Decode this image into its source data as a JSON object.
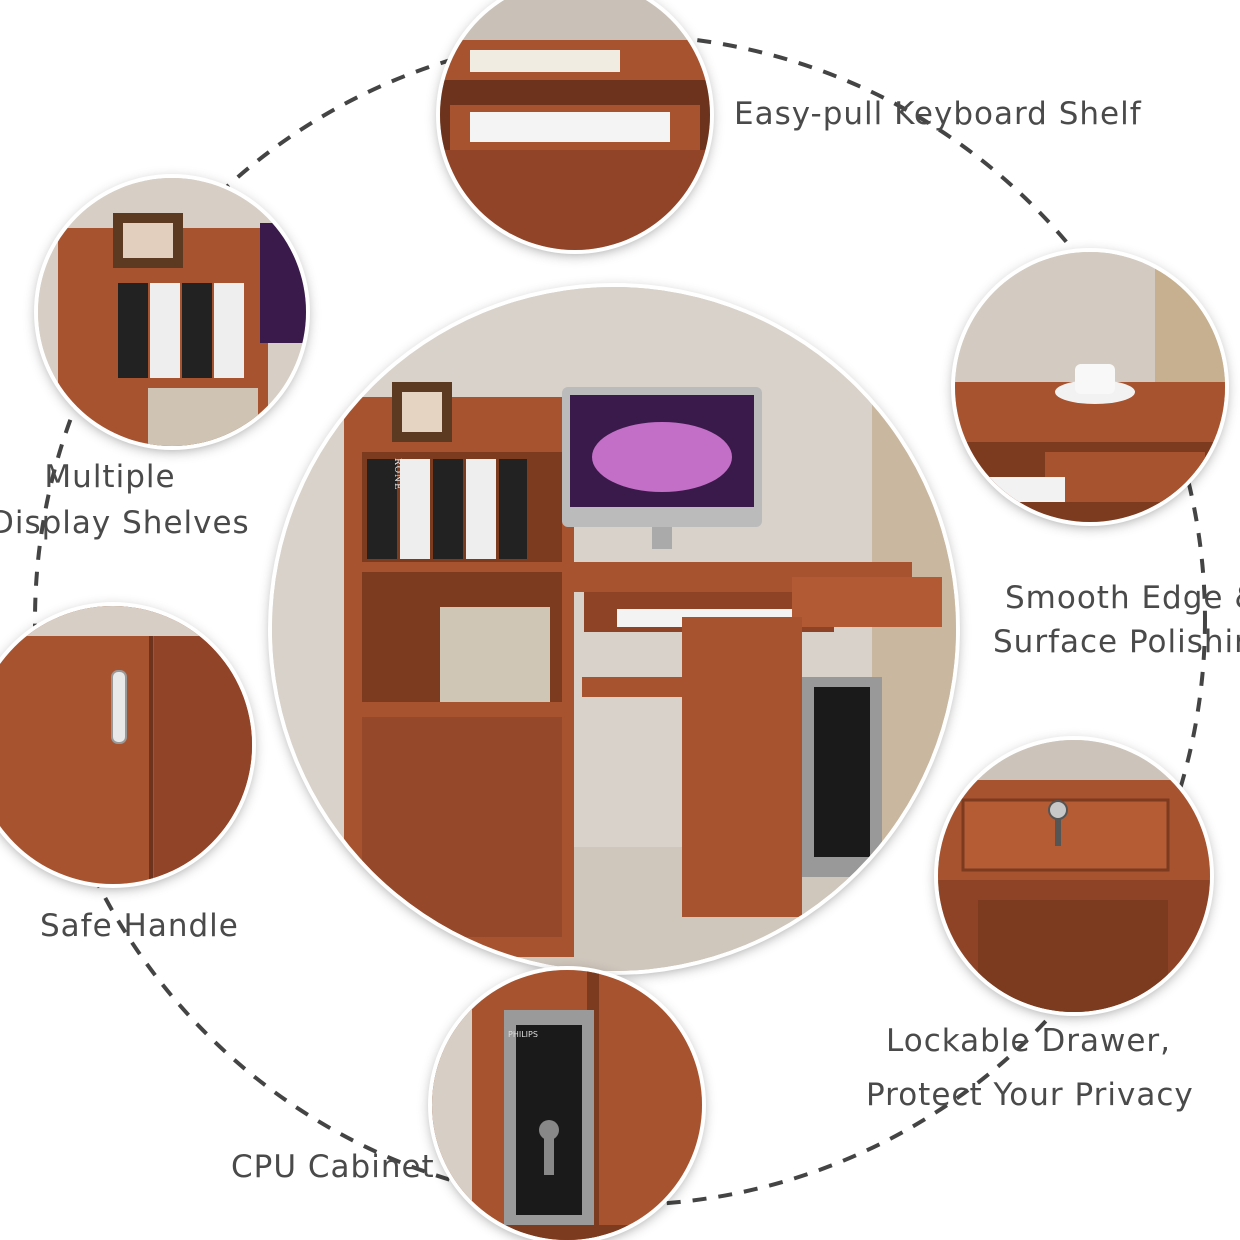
{
  "features": {
    "keyboard_shelf": "Easy-pull Keyboard Shelf",
    "display_shelves_line1": "Multiple",
    "display_shelves_line2": "Display Shelves",
    "edge_polishing_line1": "Smooth Edge &",
    "edge_polishing_line2": "Surface Polishing",
    "safe_handle": "Safe Handle",
    "lockable_drawer_line1": "Lockable Drawer,",
    "lockable_drawer_line2": "Protect Your Privacy",
    "cpu_cabinet": "CPU Cabinet"
  },
  "product_text": {
    "book_spine": "RONE",
    "cpu_brand": "PHILIPS"
  },
  "colors": {
    "wood": "#a8532f",
    "wood_dark": "#7c3a1f",
    "wall": "#d9d1c8",
    "text": "#4a4a4a"
  }
}
